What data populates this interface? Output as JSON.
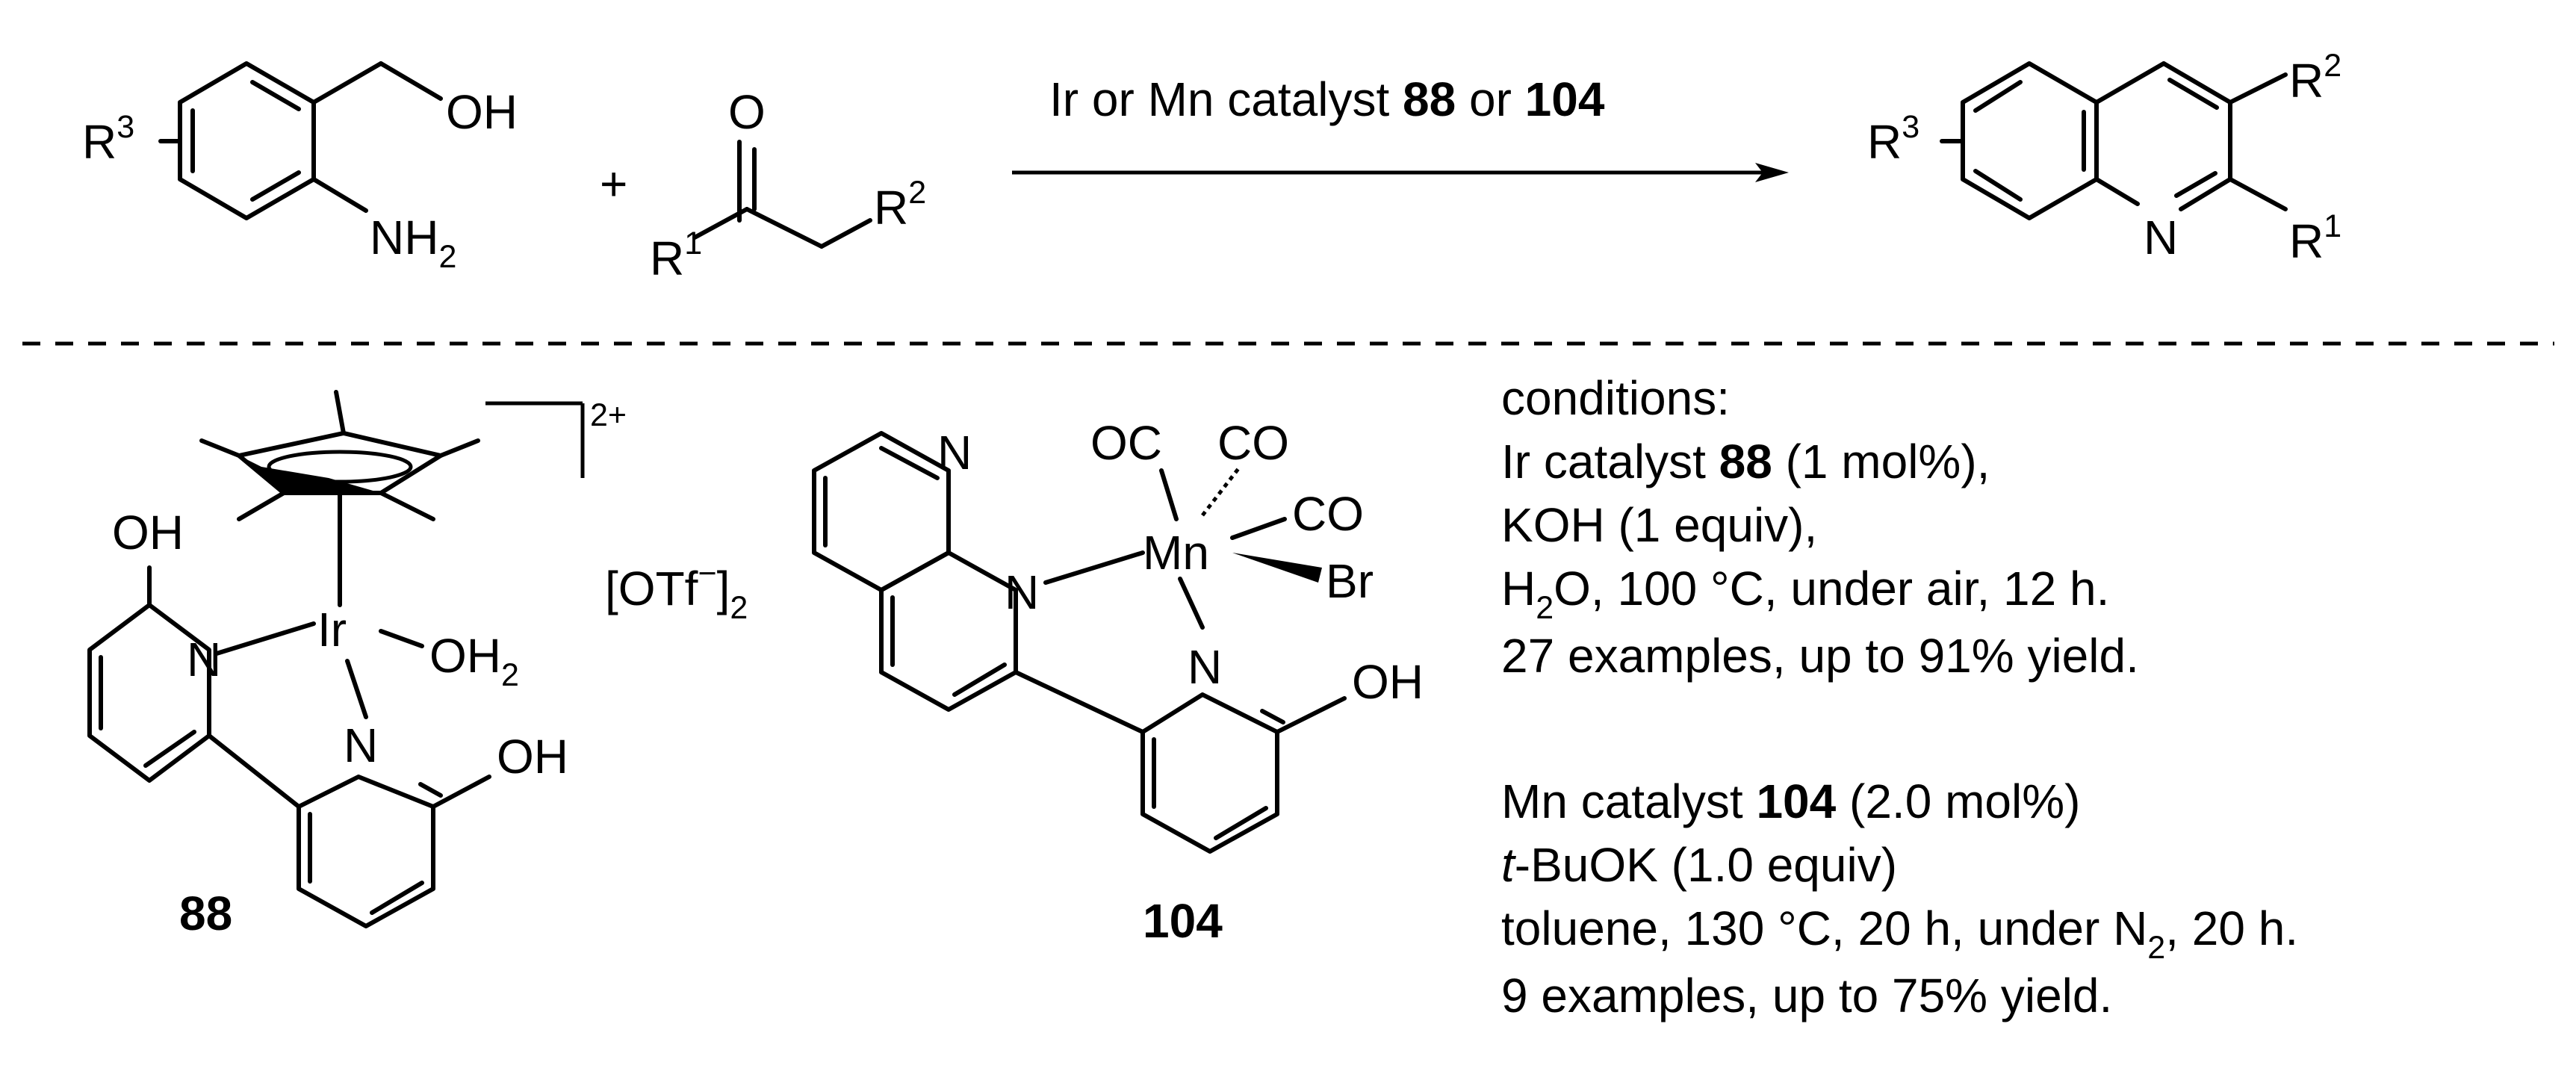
{
  "reaction": {
    "arrow_label_prefix": "Ir or Mn catalyst ",
    "arrow_label_cat1": "88",
    "arrow_label_or": " or ",
    "arrow_label_cat2": "104",
    "plus": "+"
  },
  "atoms": {
    "R": "R",
    "R3_sup": "3",
    "R1_sup": "1",
    "R2_sup": "2",
    "OH": "OH",
    "O": "O",
    "NH": "NH",
    "NH_sub": "2",
    "N": "N",
    "Ir": "Ir",
    "Mn": "Mn",
    "OH2_a": "OH",
    "OH2_sub": "2",
    "charge": "2+",
    "OTf": "[OTf",
    "OTf_minus": "−",
    "OTf_close": "]",
    "OTf_sub": "2",
    "OC": "OC",
    "CO": "CO",
    "Br": "Br"
  },
  "compounds": {
    "ir_label": "88",
    "mn_label": "104"
  },
  "conditions": {
    "header": "conditions:",
    "ir": {
      "line1_pre": "Ir catalyst ",
      "line1_bold": "88",
      "line1_post": " (1 mol%),",
      "line2": "KOH (1 equiv),",
      "line3_pre": "H",
      "line3_sub": "2",
      "line3_post": "O, 100 °C, under air, 12 h.",
      "line4": "27 examples, up to 91% yield."
    },
    "mn": {
      "line1_pre": "Mn catalyst ",
      "line1_bold": "104",
      "line1_post": " (2.0 mol%)",
      "line2_italic": "t",
      "line2_post": "-BuOK (1.0 equiv)",
      "line3_pre": "toluene, 130 °C, 20 h, under N",
      "line3_sub": "2",
      "line3_post": ", 20 h.",
      "line4": "9 examples, up to 75% yield."
    }
  }
}
